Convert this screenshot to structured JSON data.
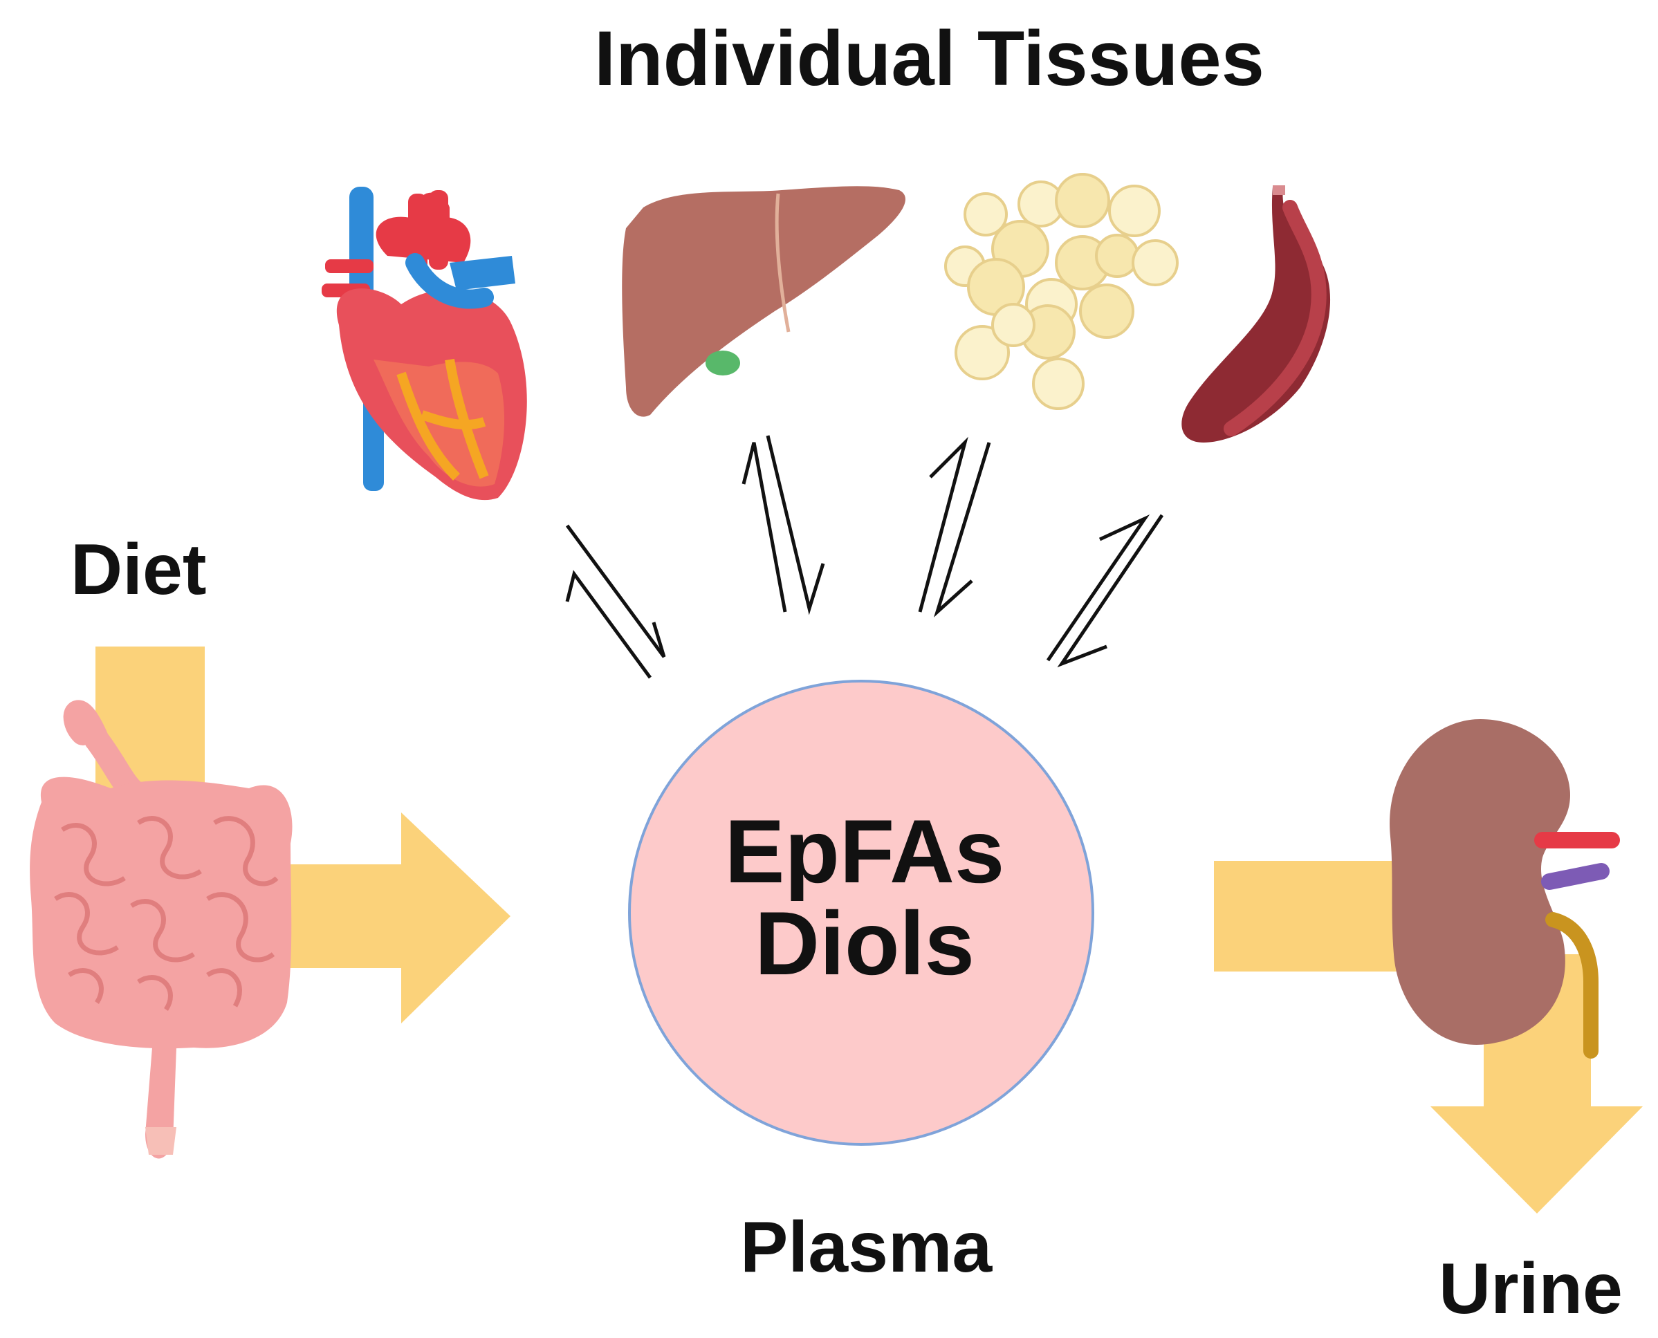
{
  "title": "Individual Tissues",
  "labels": {
    "diet": "Diet",
    "plasma": "Plasma",
    "urine": "Urine"
  },
  "center": {
    "line1": "EpFAs",
    "line2": "Diols"
  },
  "colors": {
    "flow_arrow": "#FBD27A",
    "plasma_fill": "#FDCACA",
    "plasma_stroke": "#7FA3D9",
    "heart": "#E8505B",
    "liver": "#B56E63",
    "fat_cells": "#F7E7AE",
    "muscle": "#8E2A33",
    "intestine": "#F4A3A3",
    "kidney": "#A96E66"
  },
  "icons": [
    "heart-icon",
    "liver-icon",
    "adipose-icon",
    "muscle-icon",
    "intestine-icon",
    "kidney-icon"
  ]
}
